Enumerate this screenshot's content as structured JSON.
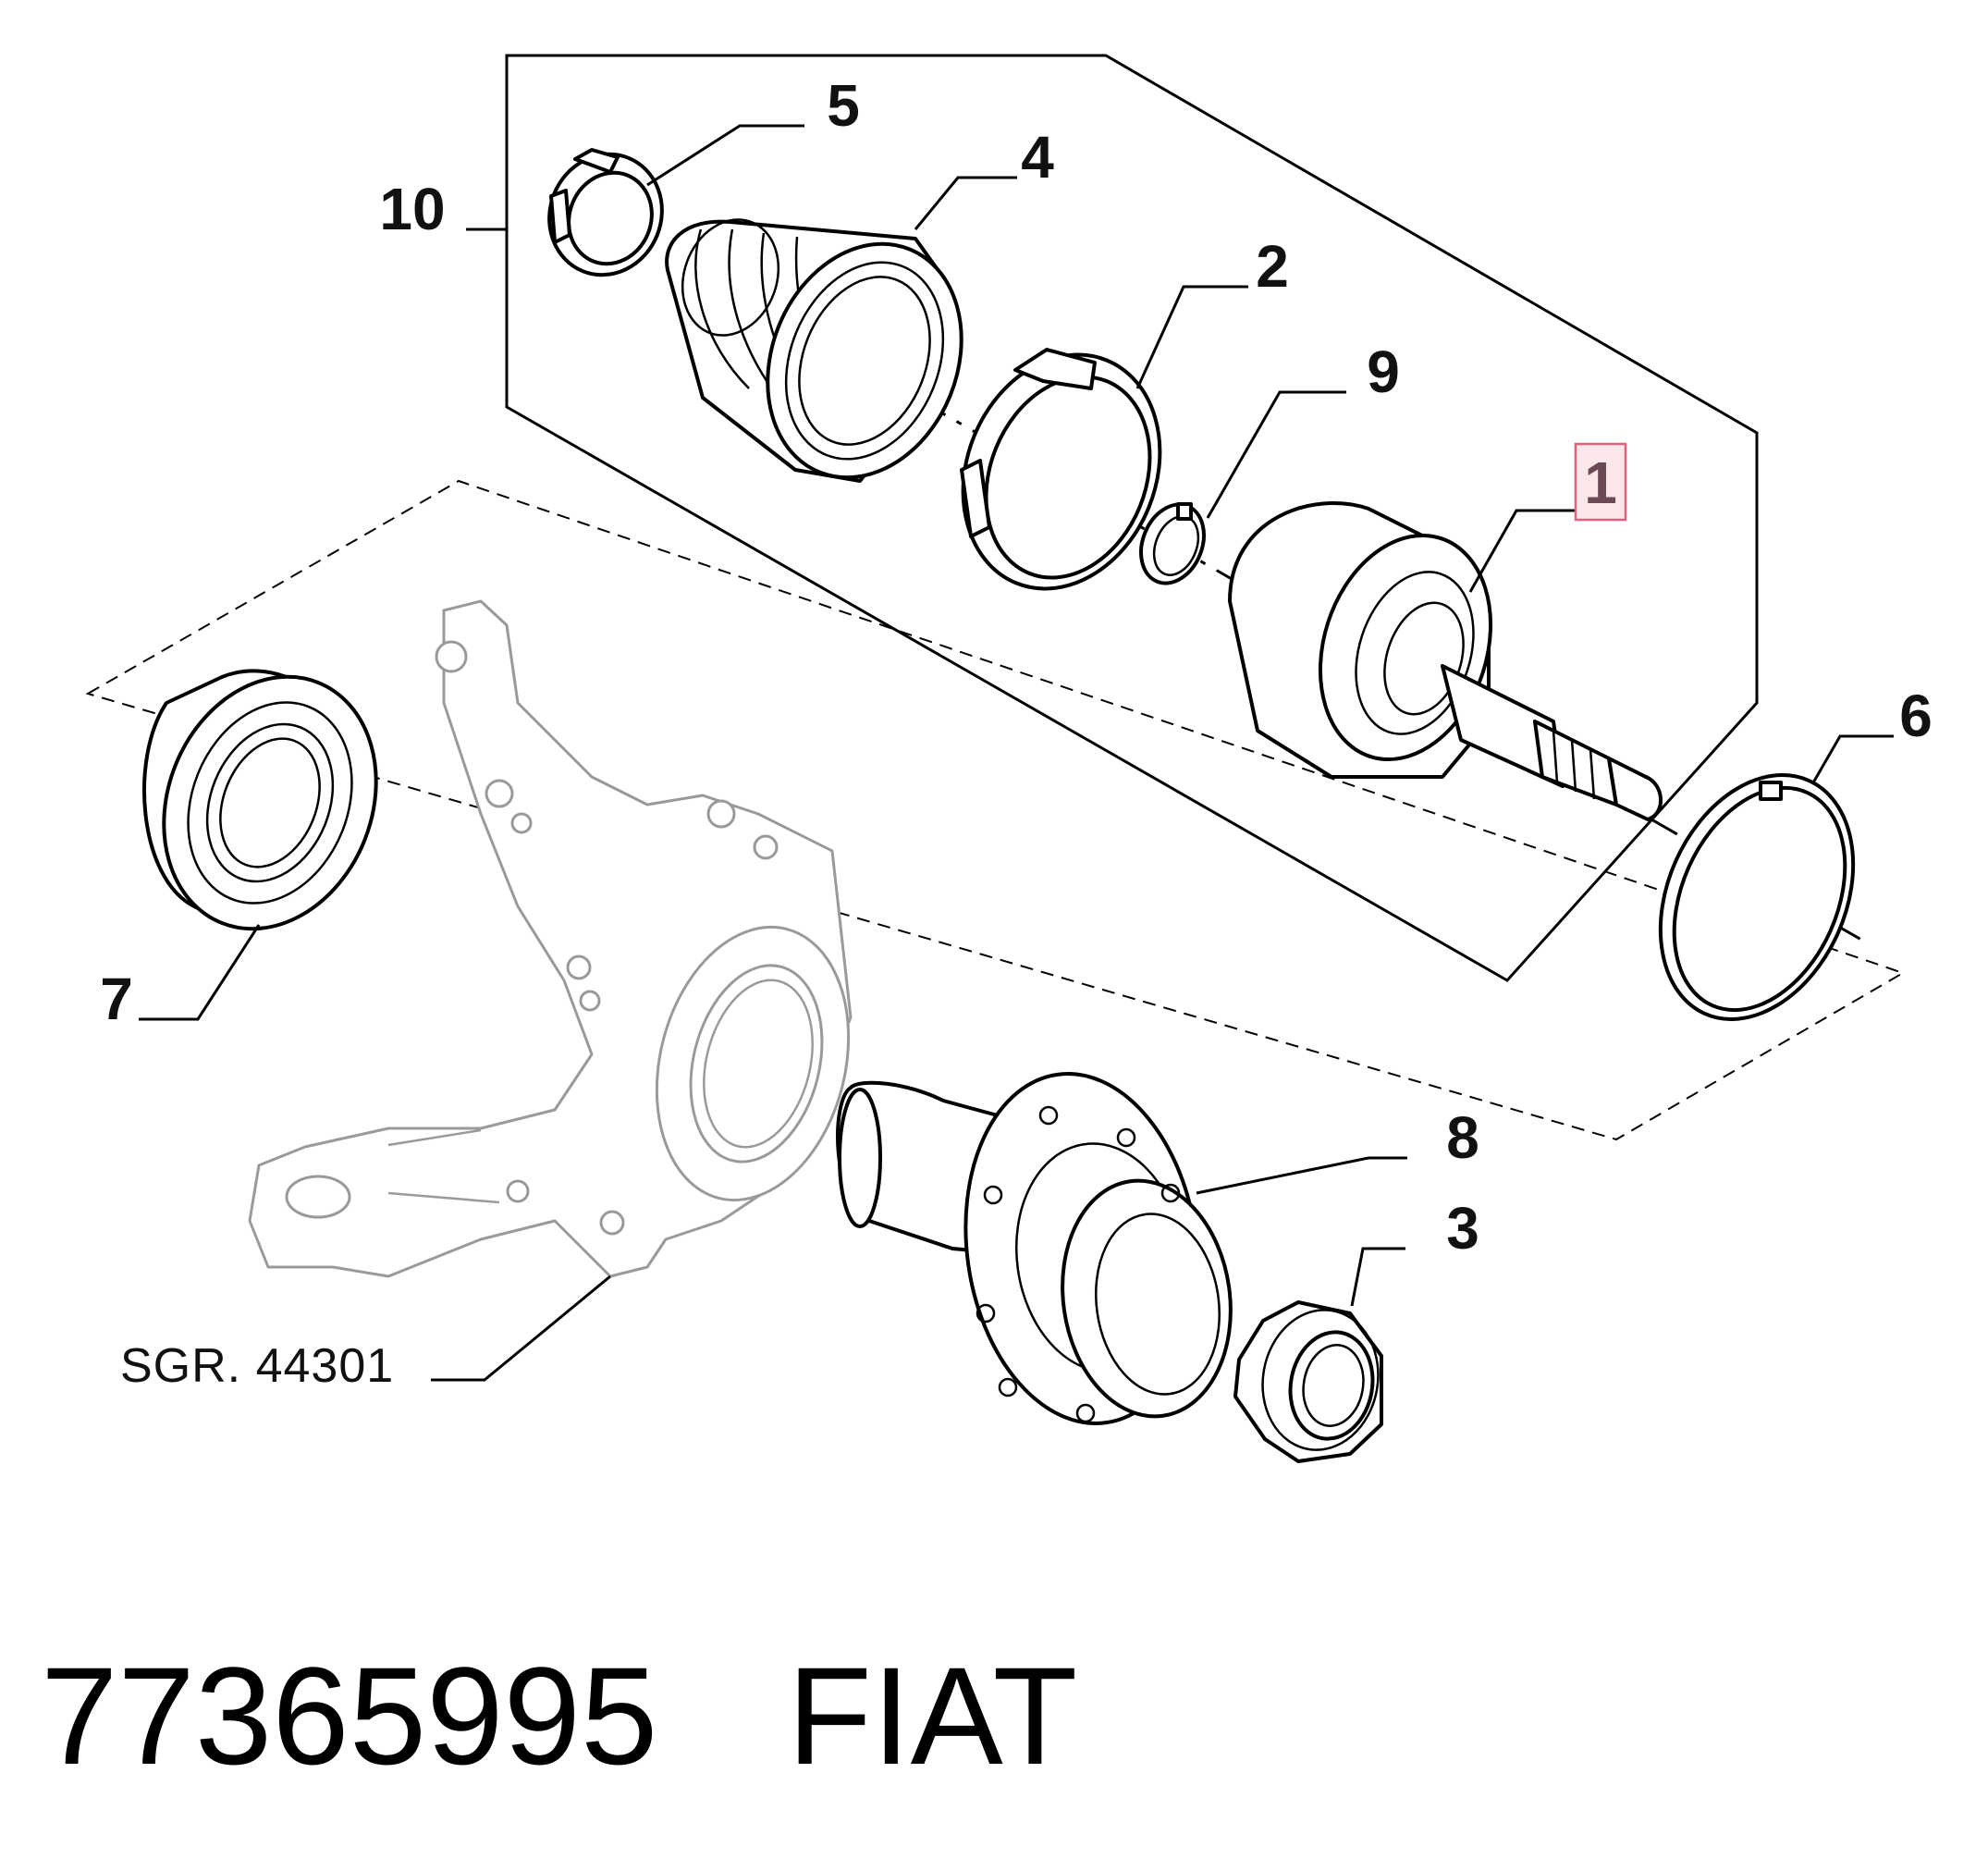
{
  "diagram": {
    "callouts": {
      "c1": "1",
      "c2": "2",
      "c3": "3",
      "c4": "4",
      "c5": "5",
      "c6": "6",
      "c7": "7",
      "c8": "8",
      "c9": "9",
      "c10": "10"
    },
    "highlighted_callout": "1",
    "reference_label": "SGR. 44301"
  },
  "footer": {
    "part_number": "77365995",
    "brand": "FIAT"
  },
  "colors": {
    "line": "#000000",
    "ghost_part": "#9a9a9a",
    "highlight_fill": "#fbe6ea",
    "highlight_border": "#e0627b"
  }
}
